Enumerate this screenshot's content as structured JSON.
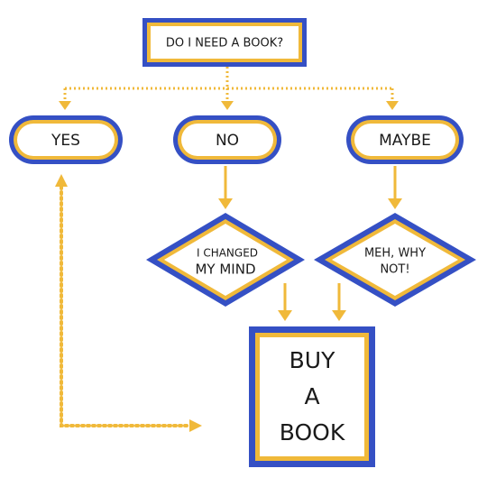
{
  "colors": {
    "border_blue": "#3550c4",
    "border_gold": "#f0b93a",
    "arrow_gold": "#f0b93a",
    "text": "#1a1a1a",
    "background": "#ffffff"
  },
  "question": {
    "label": "DO I NEED A BOOK?"
  },
  "answers": {
    "yes": "YES",
    "no": "NO",
    "maybe": "MAYBE"
  },
  "decisions": {
    "changed_mind_line1": "I CHANGED",
    "changed_mind_line2": "MY MIND",
    "meh_line1": "MEH, WHY",
    "meh_line2": "NOT!"
  },
  "result": {
    "line1": "BUY",
    "line2": "A",
    "line3": "BOOK"
  }
}
